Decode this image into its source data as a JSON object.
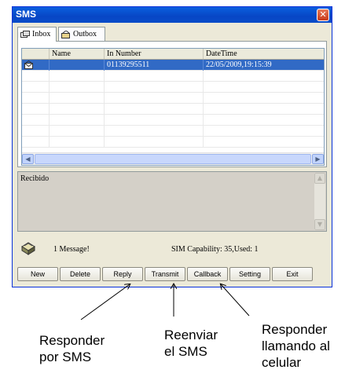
{
  "window": {
    "title": "SMS",
    "close_glyph": "✕"
  },
  "tabs": [
    {
      "label": "Inbox",
      "icon": "inbox-icon"
    },
    {
      "label": "Outbox",
      "icon": "outbox-icon"
    }
  ],
  "table": {
    "columns": [
      "",
      "Name",
      "In Number",
      "DateTime"
    ],
    "rows": [
      {
        "name": "",
        "number": "01139295511",
        "datetime": "22/05/2009,19:15:39",
        "icon": "envelope-icon",
        "selected": true
      }
    ]
  },
  "message": {
    "text": "Recibido"
  },
  "status": {
    "count": "1 Message!",
    "sim": "SIM Capability: 35,Used: 1"
  },
  "buttons": [
    "New",
    "Delete",
    "Reply",
    "Transmit",
    "Callback",
    "Setting",
    "Exit"
  ],
  "annotations": {
    "reply": [
      "Responder",
      "por SMS"
    ],
    "transmit": [
      "Reenviar",
      "el SMS"
    ],
    "callback": [
      "Responder",
      "llamando al",
      "celular"
    ]
  },
  "colors": {
    "titlebar": "#0a5fde",
    "selection": "#316ac5",
    "window_bg": "#ece9d8"
  }
}
